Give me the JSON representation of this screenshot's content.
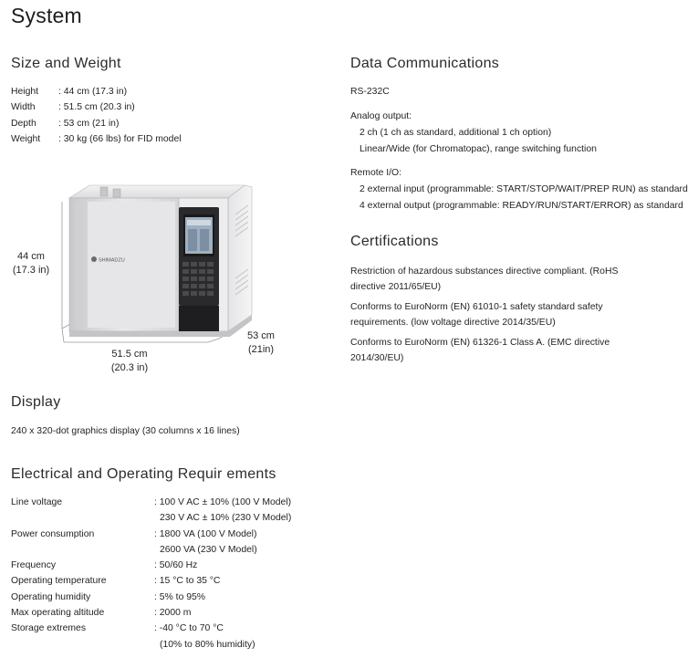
{
  "page_title": "System",
  "size_weight": {
    "heading": "Size and Weight",
    "rows": [
      {
        "label": "Height",
        "value": ": 44 cm (17.3 in)"
      },
      {
        "label": "Width",
        "value": ": 51.5 cm (20.3 in)"
      },
      {
        "label": "Depth",
        "value": ": 53 cm (21 in)"
      },
      {
        "label": "Weight",
        "value": ": 30 kg (66 lbs) for FID model"
      }
    ]
  },
  "figure": {
    "height_label": "44 cm",
    "height_label_in": "(17.3 in)",
    "width_label": "51.5 cm",
    "width_label_in": "(20.3 in)",
    "depth_label": "53 cm",
    "depth_label_in": "(21in)",
    "brand_text": "SHIMADZU"
  },
  "display": {
    "heading": "Display",
    "text": "240 x 320-dot graphics display (30 columns x 16 lines)"
  },
  "electrical": {
    "heading": "Electrical and Operating Requir ements",
    "rows": [
      {
        "label": "Line voltage",
        "value": ": 100 V AC ± 10% (100 V Model)",
        "value2": "230 V AC ± 10% (230 V Model)"
      },
      {
        "label": "Power consumption",
        "value": ": 1800 VA (100 V  Model)",
        "value2": "2600 VA (230 V Model)"
      },
      {
        "label": "Frequency",
        "value": ": 50/60 Hz"
      },
      {
        "label": "Operating temperature",
        "value": ": 15 °C to 35 °C"
      },
      {
        "label": "Operating humidity",
        "value": ": 5% to 95%"
      },
      {
        "label": "Max operating altitude",
        "value": ": 2000 m"
      },
      {
        "label": "Storage extremes",
        "value": ": -40 °C to 70 °C",
        "value2": "(10% to 80% humidity)"
      }
    ]
  },
  "data_comm": {
    "heading": "Data Communications",
    "rs232": "RS-232C",
    "analog_label": "Analog output:",
    "analog_1": "2 ch (1 ch as standard, additional 1 ch option)",
    "analog_2": "Linear/Wide (for Chromatopac), range switching function",
    "remote_label": "Remote I/O:",
    "remote_1": "2 external input (programmable: START/STOP/WAIT/PREP RUN) as standard",
    "remote_2": "4 external output (programmable: READY/RUN/START/ERROR) as standard"
  },
  "certifications": {
    "heading": "Certifications",
    "items": [
      {
        "line1": "Restriction of hazardous substances directive compliant. (RoHS",
        "line2": "directive 2011/65/EU)"
      },
      {
        "line1": "Conforms to EuroNorm (EN) 61010-1 safety standard safety",
        "line2": "requirements. (low voltage directive 2014/35/EU)"
      },
      {
        "line1": "Conforms to EuroNorm (EN) 61326-1 Class A. (EMC directive",
        "line2": "2014/30/EU)"
      }
    ]
  }
}
